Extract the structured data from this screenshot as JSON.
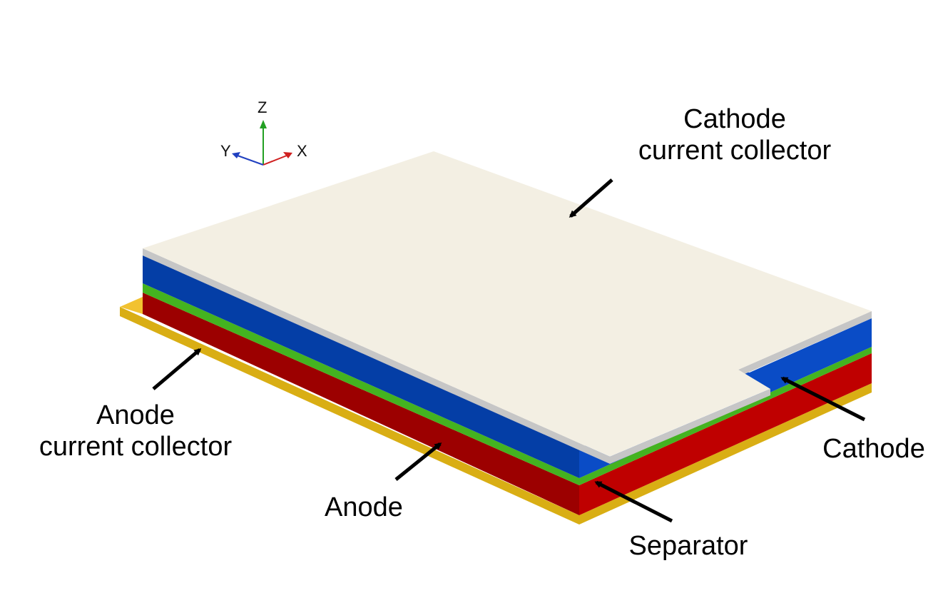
{
  "colors": {
    "cathode_current_collector_top": "#f3efe3",
    "cathode_current_collector_edge": "#c6c6c6",
    "cathode_front": "#043ea6",
    "cathode_side": "#0a4cc6",
    "separator": "#44b320",
    "anode_front": "#9c0000",
    "anode_side": "#bf0000",
    "anode_current_collector": "#d9ae14",
    "anode_current_collector_tab": "#f2c230",
    "axis_z": "#22a022",
    "axis_x": "#d02020",
    "axis_y": "#2040c0"
  },
  "axes": {
    "z": "Z",
    "y": "Y",
    "x": "X"
  },
  "labels": {
    "cathode_current_collector": [
      "Cathode",
      "current collector"
    ],
    "anode_current_collector": [
      "Anode",
      "current collector"
    ],
    "anode": "Anode",
    "separator": "Separator",
    "cathode": "Cathode"
  }
}
